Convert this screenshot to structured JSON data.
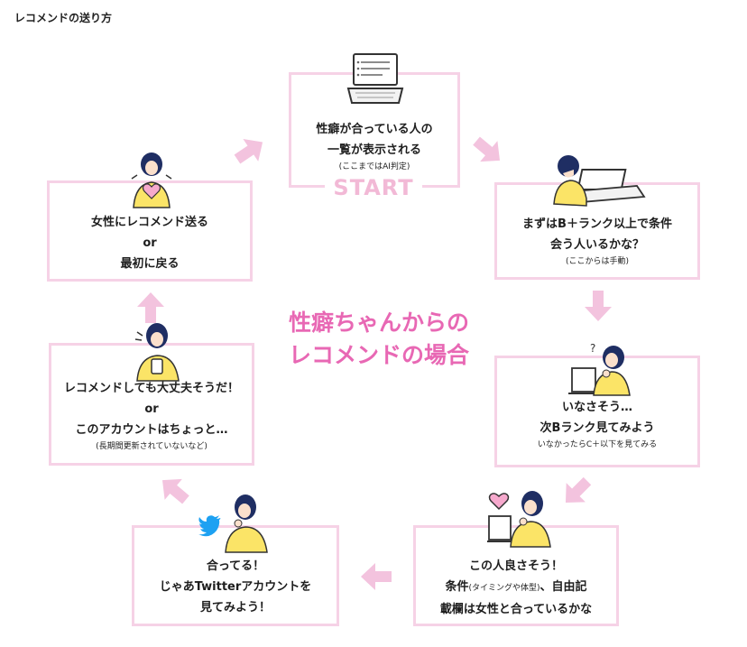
{
  "page_title": "レコメンドの送り方",
  "center_title": [
    "性癖ちゃんからの",
    "レコメンドの場合"
  ],
  "start_label": "START",
  "steps": {
    "top": {
      "line1": "性癖が合っている人の",
      "line2": "一覧が表示される",
      "note": "(ここまではAI判定)"
    },
    "right_upper": {
      "line1": "まずはB＋ランク以上で条件",
      "line2": "会う人いるかな？",
      "note": "(ここからは手動)"
    },
    "right_middle": {
      "line1": "いなさそう…",
      "line2": "次Bランク見てみよう",
      "note": "いなかったらC＋以下を見てみる"
    },
    "bottom_right": {
      "line1": "この人良さそう！",
      "line2_a": "条件",
      "line2_small": "(タイミングや体型)",
      "line2_b": "、自由記",
      "line3": "載欄は女性と合っているかな"
    },
    "bottom_left": {
      "line1": "合ってる！",
      "line2": "じゃあTwitterアカウントを",
      "line3": "見てみよう！"
    },
    "left_middle": {
      "line1": "レコメンドしても大丈夫そうだ！",
      "line2": "or",
      "line3": "このアカウントはちょっと…",
      "note": "(長期間更新されていないなど)"
    },
    "left_upper": {
      "line1": "女性にレコメンド送る",
      "line2": "or",
      "line3": "最初に戻る"
    }
  },
  "colors": {
    "box_border": "#f6d2e6",
    "arrow": "#f3c3de",
    "accent_pink": "#e868b4",
    "start_pink": "#f2b9d6",
    "shirt_yellow": "#fbe467",
    "hair_navy": "#1f2e63",
    "twitter_blue": "#1da1f2"
  },
  "icons": [
    "laptop-icon",
    "person-at-laptop-icon",
    "thinking-person-icon",
    "heart-icon",
    "twitter-bird-icon",
    "person-holding-phone-icon",
    "person-with-heart-icon"
  ]
}
